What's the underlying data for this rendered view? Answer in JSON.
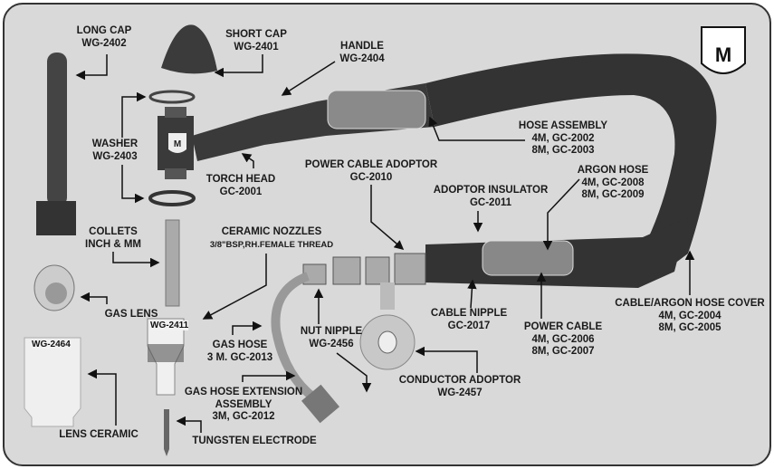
{
  "labels": {
    "long_cap": [
      "LONG CAP",
      "WG-2402"
    ],
    "short_cap": [
      "SHORT CAP",
      "WG-2401"
    ],
    "handle": [
      "HANDLE",
      "WG-2404"
    ],
    "washer": [
      "WASHER",
      "WG-2403"
    ],
    "torch_head": [
      "TORCH HEAD",
      "GC-2001"
    ],
    "power_cable_adoptor": [
      "POWER CABLE ADOPTOR",
      "GC-2010"
    ],
    "hose_assembly": [
      "HOSE ASSEMBLY",
      "4M, GC-2002",
      "8M, GC-2003"
    ],
    "argon_hose": [
      "ARGON HOSE",
      "4M, GC-2008",
      "8M, GC-2009"
    ],
    "adoptor_insulator": [
      "ADOPTOR INSULATOR",
      "GC-2011"
    ],
    "collets": [
      "COLLETS",
      "INCH & MM"
    ],
    "ceramic_nozzles": [
      "CERAMIC NOZZLES",
      "3/8\"BSP,RH.FEMALE THREAD"
    ],
    "gas_lens": [
      "GAS LENS"
    ],
    "gas_hose": [
      "GAS HOSE",
      "3 M. GC-2013"
    ],
    "nut_nipple": [
      "NUT NIPPLE",
      "WG-2456"
    ],
    "cable_nipple": [
      "CABLE NIPPLE",
      "GC-2017"
    ],
    "power_cable": [
      "POWER CABLE",
      "4M, GC-2006",
      "8M, GC-2007"
    ],
    "cable_argon_hose_cover": [
      "CABLE/ARGON HOSE COVER",
      "4M, GC-2004",
      "8M, GC-2005"
    ],
    "gas_hose_extension": [
      "GAS HOSE EXTENSION",
      "ASSEMBLY",
      "3M, GC-2012"
    ],
    "conductor_adoptor": [
      "CONDUCTOR ADOPTOR",
      "WG-2457"
    ],
    "lens_ceramic": [
      "LENS CERAMIC"
    ],
    "tungsten_electrode": [
      "TUNGSTEN ELECTRODE"
    ]
  },
  "tags": {
    "nozzle": "WG-2411",
    "lens_ceramic": "WG-2464",
    "logo": "M"
  },
  "colors": {
    "background": "#d9d9d9",
    "part_dark": "#3a3a3a",
    "text": "#1a1a1a"
  }
}
